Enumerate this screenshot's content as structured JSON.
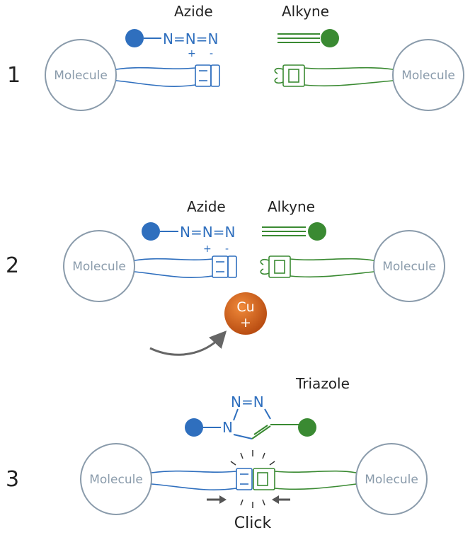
{
  "colors": {
    "azide": "#2f6fbe",
    "alkyne": "#3a8a32",
    "molecule": "#8a9bab",
    "text": "#222222",
    "copper": "#d9661f",
    "arrow": "#666666"
  },
  "steps": [
    {
      "number": "1",
      "azide_label": "Azide",
      "alkyne_label": "Alkyne",
      "azide_formula": "N=N=N",
      "charge_plus": "+",
      "charge_minus": "-",
      "molecule_left": "Molecule",
      "molecule_right": "Molecule"
    },
    {
      "number": "2",
      "azide_label": "Azide",
      "alkyne_label": "Alkyne",
      "azide_formula": "N=N=N",
      "charge_plus": "+",
      "charge_minus": "-",
      "molecule_left": "Molecule",
      "molecule_right": "Molecule",
      "catalyst_symbol": "Cu",
      "catalyst_charge": "+"
    },
    {
      "number": "3",
      "product_label": "Triazole",
      "ring_n_top": "N=N",
      "ring_n_left": "N",
      "molecule_left": "Molecule",
      "molecule_right": "Molecule",
      "click_label": "Click"
    }
  ]
}
